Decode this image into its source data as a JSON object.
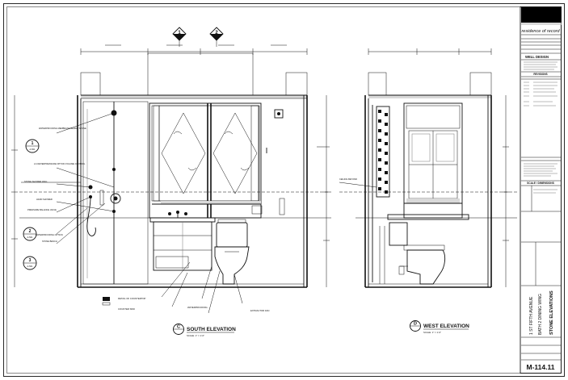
{
  "sheet": {
    "number": "M-114.11",
    "title_vertical": "STONE ELEVATIONS",
    "project_vertical": "1 ST FIFTH AVENUE",
    "unit_vertical": "BATH 2 DINING WING",
    "firm": "residence of record",
    "subtitle": "WELL DESIGN",
    "revisions_header": "REVISIONS",
    "scale_header": "SCALE / DIMENSIONS"
  },
  "elevations": [
    {
      "letter": "C",
      "title": "SOUTH ELEVATION",
      "scale": "SCALE: 1\" = 1'-0\""
    },
    {
      "letter": "D",
      "title": "WEST ELEVATION",
      "scale": "SCALE: 1\" = 1'-0\""
    }
  ],
  "section_markers": [
    {
      "number": "1",
      "ref": "A-501"
    },
    {
      "number": "2",
      "ref": "A-501"
    }
  ],
  "side_callouts": [
    {
      "number": "1",
      "ref": "A-501"
    },
    {
      "number": "2",
      "ref": "A-501"
    },
    {
      "number": "3",
      "ref": "A-501"
    }
  ],
  "notes": {
    "n1": "WATERPROOFING MEMBRANE BEHIND STONE",
    "n2": "LO-WATERPRESSURE OPTION VOLUME CONTROL",
    "n3": "STONE SHOWER WALL",
    "n4": "HAND SHOWER",
    "n5": "PRESSURE BALANCE VALVE",
    "n6": "WATERPROOFING OPTION",
    "n7": "STONE BENCH",
    "n8": "STONE SLAB",
    "n9": "CEILING BEYOND",
    "n10": "STONE SKIRT",
    "n11": "DETAIL OF COUNTERTOP",
    "n12": "EXTRACTOR FAN",
    "n13": "WATERPROOFING",
    "n14": "COUNTER SINK"
  },
  "colors": {
    "ink": "#111111",
    "gray": "#777777",
    "title_black": "#000000"
  }
}
